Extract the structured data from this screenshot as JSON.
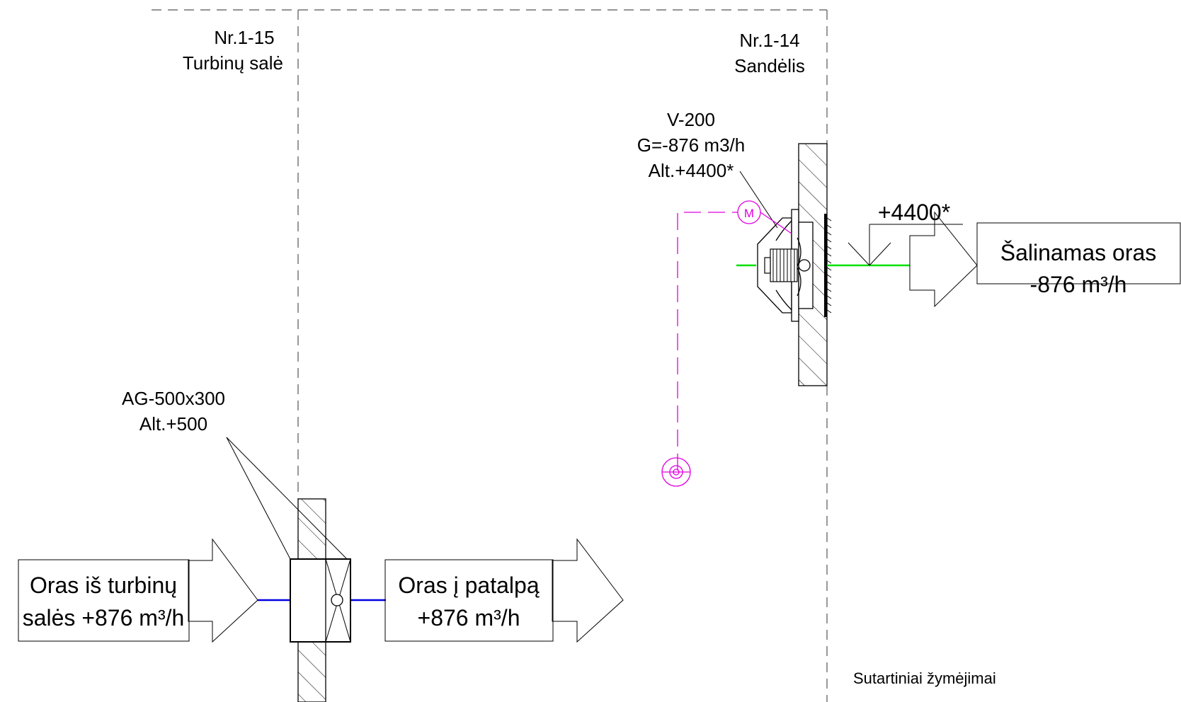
{
  "rooms": {
    "left": {
      "number": "Nr.1-15",
      "name": "Turbinų salė"
    },
    "right": {
      "number": "Nr.1-14",
      "name": "Sandėlis"
    }
  },
  "fan": {
    "id": "V-200",
    "flow": "G=-876 m3/h",
    "altitude": "Alt.+4400*"
  },
  "fan_motor_symbol": "M",
  "level_mark": "+4400*",
  "grille": {
    "id": "AG-500x300",
    "altitude": "Alt.+500"
  },
  "flows": {
    "exhaust": {
      "line1": "Šalinamas oras",
      "line2": "-876 m³/h"
    },
    "from_turbine": {
      "line1": "Oras iš turbinų",
      "line2": "salės +876 m³/h"
    },
    "into_room": {
      "line1": "Oras į patalpą",
      "line2": "+876 m³/h"
    }
  },
  "legend_title": "Sutartiniai žymėjimai",
  "colors": {
    "exhaust_line": "#00e000",
    "supply_line": "#0000e0",
    "control": "#e000e0"
  }
}
